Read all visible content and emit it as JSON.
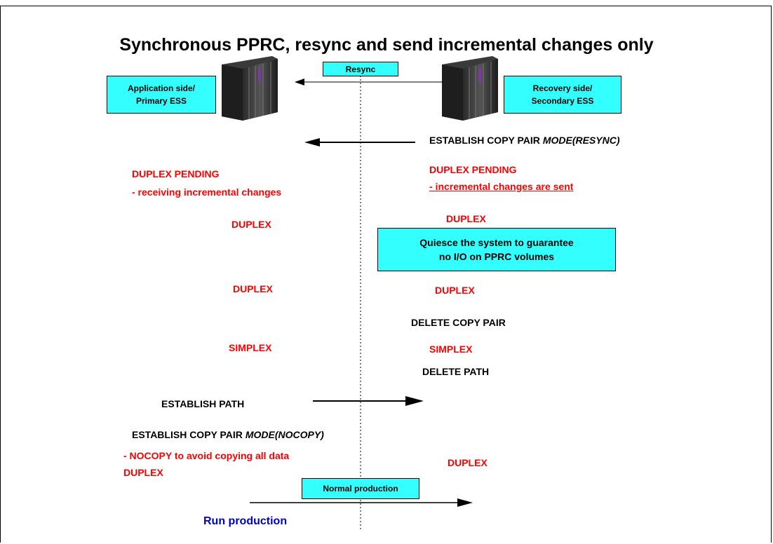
{
  "title": "Synchronous PPRC, resync and send incremental changes only",
  "colors": {
    "label_box": "#33ffff",
    "status": "#ff0000",
    "command": "#000000",
    "run": "#0000cc"
  },
  "resync_label": "Resync",
  "primary_box": {
    "line1": "Application side/",
    "line2": "Primary ESS"
  },
  "secondary_box": {
    "line1": "Recovery side/",
    "line2": "Secondary ESS"
  },
  "commands": {
    "establish_resync_prefix": "ESTABLISH COPY PAIR ",
    "establish_resync_mode": "MODE(RESYNC)",
    "delete_copy_pair": "DELETE COPY PAIR",
    "delete_path": "DELETE PATH",
    "establish_path": "ESTABLISH PATH",
    "establish_nocopy_prefix": "ESTABLISH COPY PAIR ",
    "establish_nocopy_mode": "MODE(NOCOPY)"
  },
  "left_status": {
    "duplex_pending": "DUPLEX PENDING",
    "receiving": "- receiving incremental changes",
    "duplex_1": "DUPLEX",
    "duplex_2": "DUPLEX",
    "simplex": "SIMPLEX",
    "nocopy_note": "- NOCOPY to avoid copying all data",
    "duplex_3": "DUPLEX"
  },
  "right_status": {
    "duplex_pending": "DUPLEX PENDING",
    "sent_dash": "- ",
    "sent_text": "incremental changes are sent",
    "duplex_1": "DUPLEX",
    "duplex_2": "DUPLEX",
    "simplex": "SIMPLEX",
    "duplex_3": "DUPLEX"
  },
  "quiesce_box": {
    "line1": "Quiesce the system to guarantee",
    "line2": "no I/O on PPRC volumes"
  },
  "normal_production": "Normal production",
  "run_production": "Run production"
}
